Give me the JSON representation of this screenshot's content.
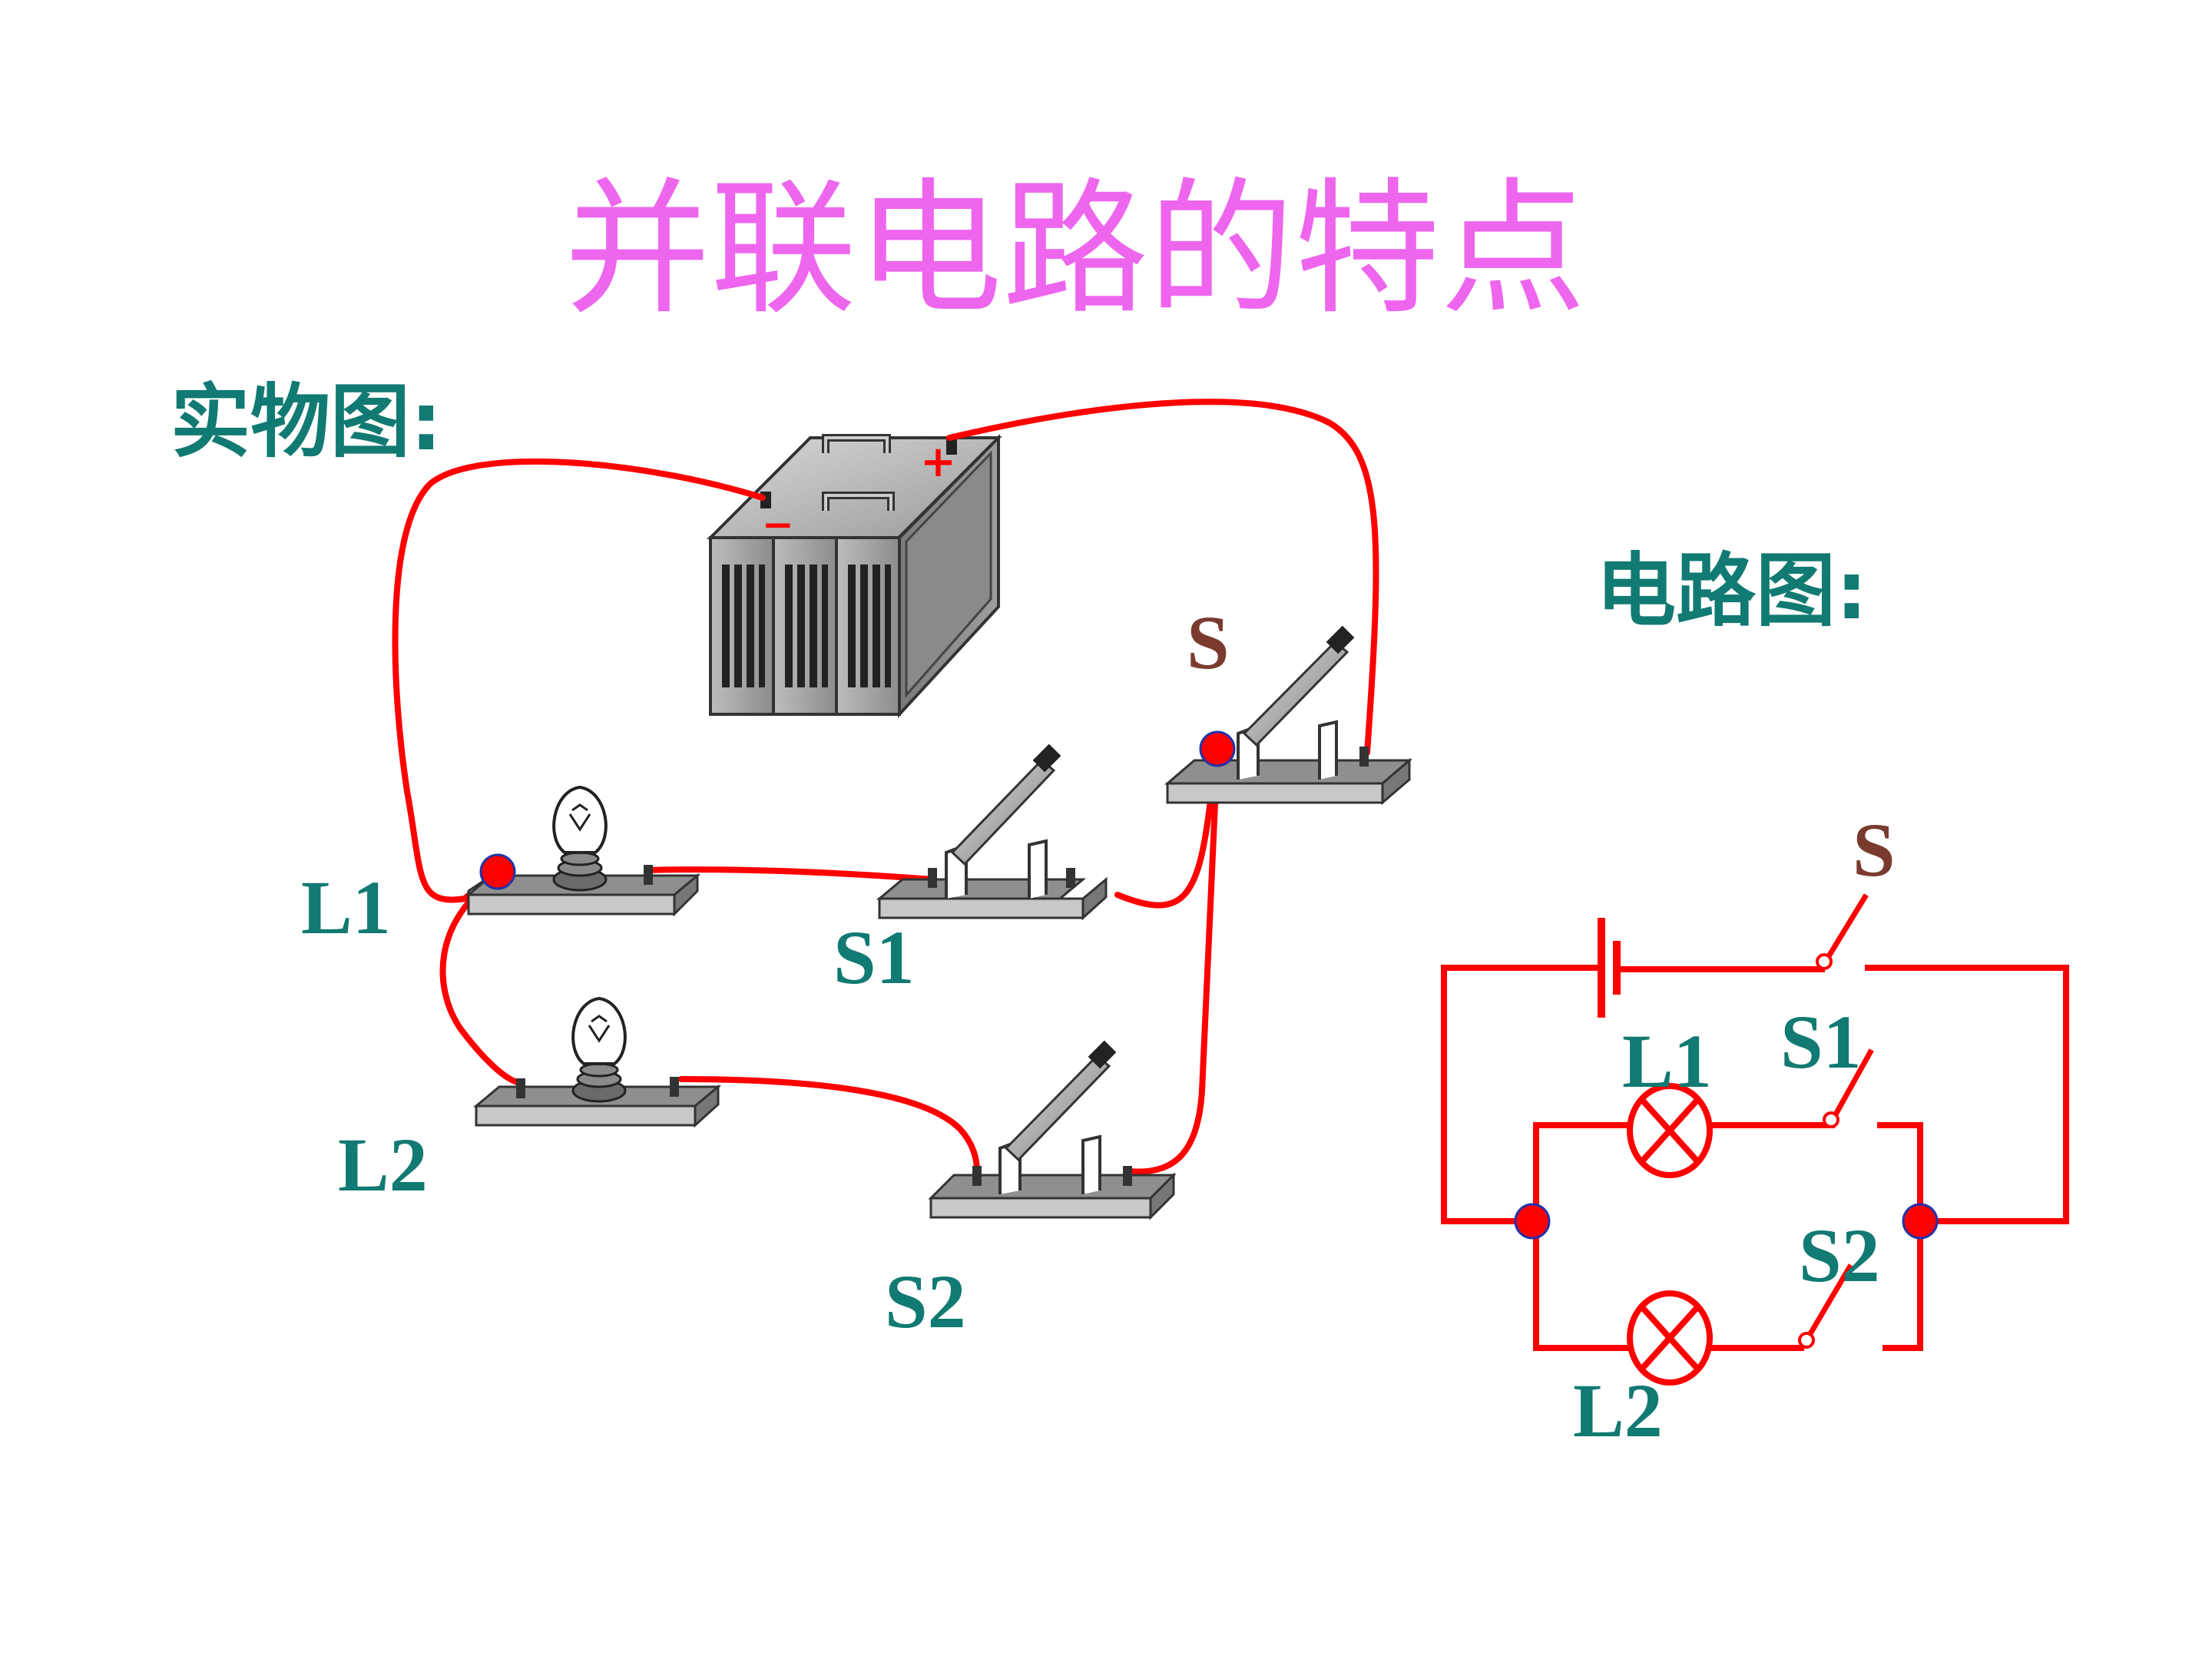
{
  "title": "并联电路的特点",
  "physical_heading": "实物图:",
  "schematic_heading": "电路图:",
  "battery": {
    "minus_label": "−",
    "plus_label": "+"
  },
  "physical_labels": {
    "L1": "L1",
    "L2": "L2",
    "S": "S",
    "S1": "S1",
    "S2": "S2"
  },
  "schematic_labels": {
    "L1": "L1",
    "L2": "L2",
    "S": "S",
    "S1": "S1",
    "S2": "S2"
  },
  "colors": {
    "title": "#ee66ee",
    "heading": "#117a72",
    "label_teal": "#117a72",
    "label_brown": "#7a3b2e",
    "wire": "#ff0000",
    "junction": "#ff0000",
    "junction_outline": "#2233aa"
  }
}
